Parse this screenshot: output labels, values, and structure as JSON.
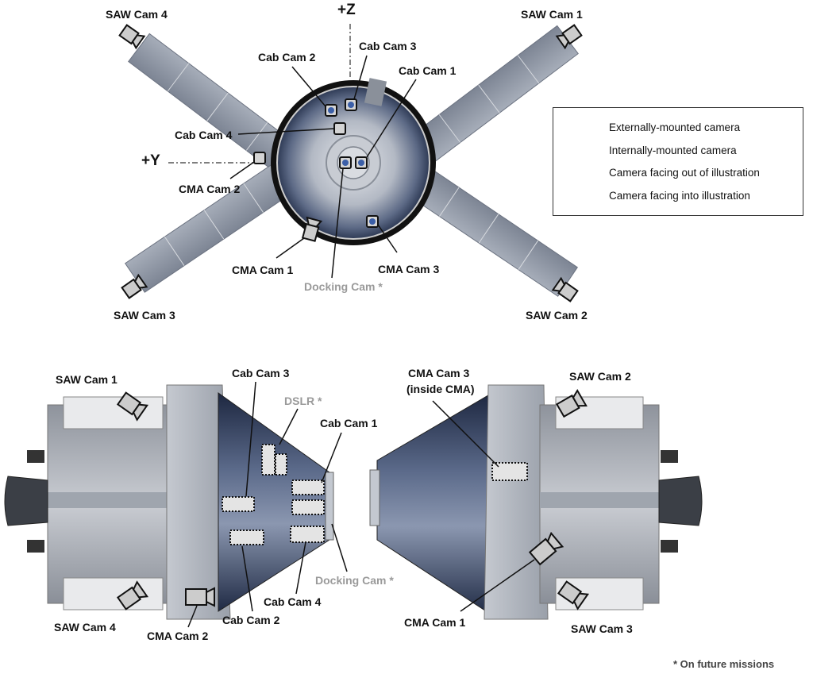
{
  "axes": {
    "z": "+Z",
    "y": "+Y"
  },
  "top_view": {
    "saw_cam_1": "SAW Cam 1",
    "saw_cam_2": "SAW Cam 2",
    "saw_cam_3": "SAW Cam 3",
    "saw_cam_4": "SAW Cam 4",
    "cab_cam_1": "Cab Cam 1",
    "cab_cam_2": "Cab Cam 2",
    "cab_cam_3": "Cab Cam 3",
    "cab_cam_4": "Cab Cam 4",
    "cma_cam_1": "CMA Cam 1",
    "cma_cam_2": "CMA Cam 2",
    "cma_cam_3": "CMA Cam 3",
    "docking_cam": "Docking Cam *"
  },
  "legend": {
    "external": "Externally-mounted camera",
    "internal": "Internally-mounted camera",
    "facing_out": "Camera facing out of illustration",
    "facing_in": "Camera facing into illustration"
  },
  "left_view": {
    "saw_cam_1": "SAW Cam 1",
    "saw_cam_4": "SAW Cam 4",
    "cab_cam_1": "Cab Cam 1",
    "cab_cam_2": "Cab Cam 2",
    "cab_cam_3": "Cab Cam 3",
    "cab_cam_4": "Cab Cam 4",
    "dslr": "DSLR *",
    "cma_cam_2": "CMA Cam 2",
    "docking_cam": "Docking Cam *"
  },
  "right_view": {
    "cma_cam_3_line1": "CMA Cam 3",
    "cma_cam_3_line2": "(inside CMA)",
    "saw_cam_2": "SAW Cam 2",
    "saw_cam_3": "SAW Cam 3",
    "cma_cam_1": "CMA Cam 1"
  },
  "footnote": "* On future missions",
  "colors": {
    "camera_fill": "#d4d4d4",
    "camera_out": "#3b5fa8",
    "solar_panel": "#8f97a6",
    "cone_dark": "#2a3550",
    "hull": "#b9bcc2"
  }
}
